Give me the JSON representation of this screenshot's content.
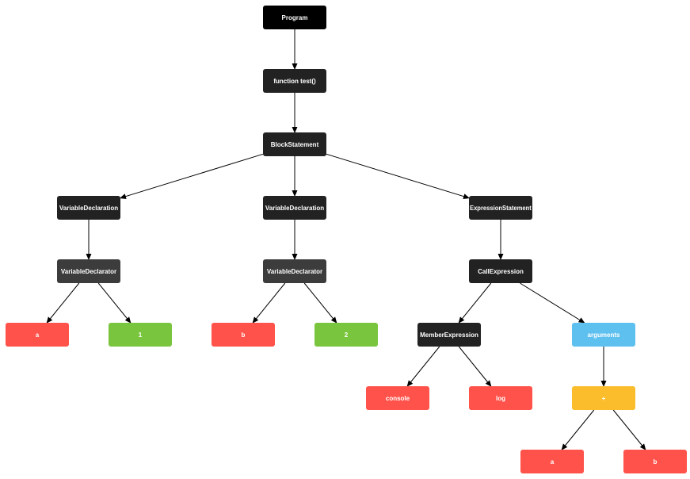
{
  "colors": {
    "root": "#000000",
    "dark": "#222222",
    "medium": "#3c3c3c",
    "red": "#ff524a",
    "green": "#79c53d",
    "blue": "#5ec0ef",
    "yellow": "#fbbd2b",
    "edge": "#000000"
  },
  "nodes": {
    "program": {
      "label": "Program",
      "color": "root"
    },
    "function": {
      "label": "function test()",
      "color": "dark"
    },
    "block": {
      "label": "BlockStatement",
      "color": "dark"
    },
    "var_decl_1": {
      "label": "VariableDeclaration",
      "color": "dark"
    },
    "var_decl_2": {
      "label": "VariableDeclaration",
      "color": "dark"
    },
    "expr_stmt": {
      "label": "ExpressionStatement",
      "color": "dark"
    },
    "var_declarator_1": {
      "label": "VariableDeclarator",
      "color": "medium"
    },
    "var_declarator_2": {
      "label": "VariableDeclarator",
      "color": "medium"
    },
    "call_expr": {
      "label": "CallExpression",
      "color": "dark"
    },
    "id_a": {
      "label": "a",
      "color": "red"
    },
    "lit_1": {
      "label": "1",
      "color": "green"
    },
    "id_b": {
      "label": "b",
      "color": "red"
    },
    "lit_2": {
      "label": "2",
      "color": "green"
    },
    "member_expr": {
      "label": "MemberExpression",
      "color": "dark"
    },
    "arguments": {
      "label": "arguments",
      "color": "blue"
    },
    "console": {
      "label": "console",
      "color": "red"
    },
    "log": {
      "label": "log",
      "color": "red"
    },
    "plus": {
      "label": "+",
      "color": "yellow"
    },
    "arg_a": {
      "label": "a",
      "color": "red"
    },
    "arg_b": {
      "label": "b",
      "color": "red"
    }
  },
  "edges": [
    [
      "program",
      "function"
    ],
    [
      "function",
      "block"
    ],
    [
      "block",
      "var_decl_1"
    ],
    [
      "block",
      "var_decl_2"
    ],
    [
      "block",
      "expr_stmt"
    ],
    [
      "var_decl_1",
      "var_declarator_1"
    ],
    [
      "var_decl_2",
      "var_declarator_2"
    ],
    [
      "expr_stmt",
      "call_expr"
    ],
    [
      "var_declarator_1",
      "id_a"
    ],
    [
      "var_declarator_1",
      "lit_1"
    ],
    [
      "var_declarator_2",
      "id_b"
    ],
    [
      "var_declarator_2",
      "lit_2"
    ],
    [
      "call_expr",
      "member_expr"
    ],
    [
      "call_expr",
      "arguments"
    ],
    [
      "member_expr",
      "console"
    ],
    [
      "member_expr",
      "log"
    ],
    [
      "arguments",
      "plus"
    ],
    [
      "plus",
      "arg_a"
    ],
    [
      "plus",
      "arg_b"
    ]
  ]
}
